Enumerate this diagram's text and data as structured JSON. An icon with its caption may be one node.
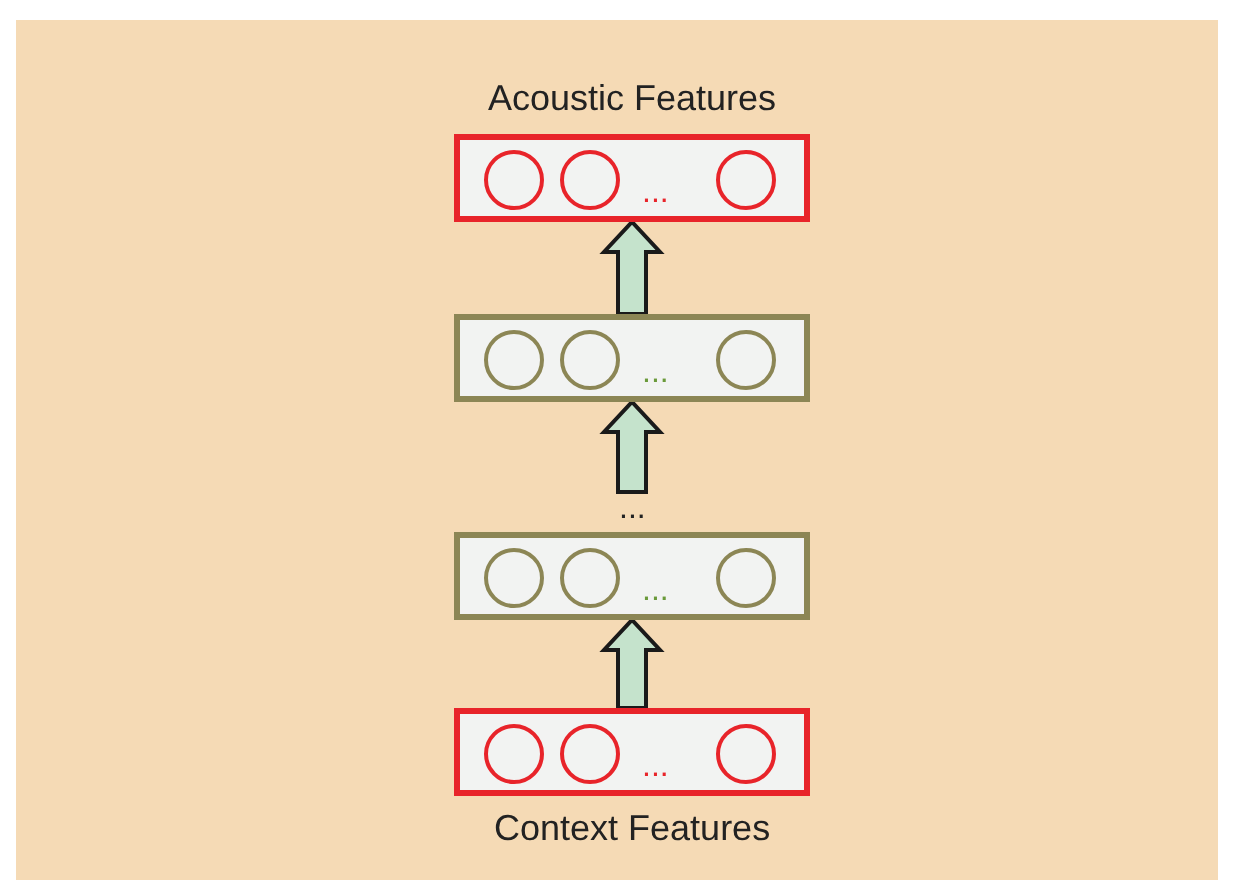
{
  "diagram": {
    "nodes": [
      {
        "text": [
          "..."
        ],
        "beside": [
          "Acoustic Features"
        ]
      },
      {
        "text": [],
        "shape": "circle",
        "in": 0
      },
      {
        "text": [],
        "shape": "circle",
        "in": 0
      },
      {
        "text": [],
        "shape": "circle",
        "in": 0
      },
      {
        "text": [
          "..."
        ]
      },
      {
        "text": [],
        "shape": "circle",
        "in": 4
      },
      {
        "text": [],
        "shape": "circle",
        "in": 4
      },
      {
        "text": [],
        "shape": "circle",
        "in": 4
      },
      {
        "text": [
          "..."
        ]
      },
      {
        "text": [],
        "shape": "circle",
        "in": 8
      },
      {
        "text": [],
        "shape": "circle",
        "in": 8
      },
      {
        "text": [],
        "shape": "circle",
        "in": 8
      },
      {
        "text": [
          "..."
        ],
        "beside": [
          "Context Features"
        ]
      },
      {
        "text": [],
        "shape": "circle",
        "in": 12
      },
      {
        "text": [],
        "shape": "circle",
        "in": 12
      },
      {
        "text": [],
        "shape": "circle",
        "in": 12
      }
    ],
    "edges": [
      {
        "from": 4,
        "to": 0,
        "arrow": "to"
      },
      {
        "from": 8,
        "to": 4,
        "arrow": "to"
      },
      {
        "from": 12,
        "to": 8,
        "arrow": "to"
      }
    ],
    "labels": [
      "..."
    ]
  }
}
